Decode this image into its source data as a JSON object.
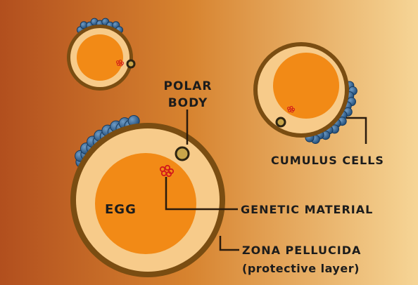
{
  "labels": {
    "polar_body_line1": "POLAR",
    "polar_body_line2": "BODY",
    "cumulus_cells": "CUMULUS CELLS",
    "egg": "EGG",
    "genetic_material": "GENETIC MATERIAL",
    "zona_pellucida": "ZONA PELLUCIDA",
    "protective_layer": "(protective layer)"
  },
  "colors": {
    "background_left": "#b24f1e",
    "background_mid": "#d7832f",
    "background_right": "#f6d596",
    "zona_ring": "#7a4d12",
    "zona_fill": "#f7cb8a",
    "cytoplasm": "#f28a16",
    "cumulus_cell": "#2c5d8c",
    "genetic_material": "#d21a1a",
    "polar_body_fill": "#c9a64a",
    "leader_line": "#2a1b0d"
  }
}
